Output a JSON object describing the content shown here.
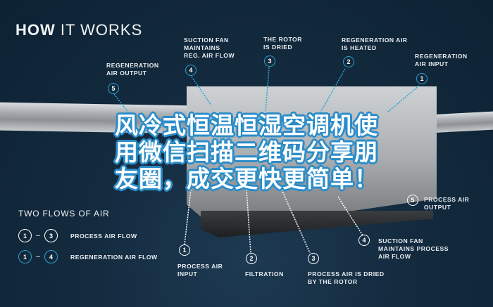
{
  "header": {
    "title_bold": "HOW",
    "title_rest": " IT WORKS"
  },
  "top_callouts": [
    {
      "num": "5",
      "color": "blue",
      "label_lines": [
        "REGENERATION",
        "AIR OUTPUT"
      ]
    },
    {
      "num": "4",
      "color": "blue",
      "label_lines": [
        "SUCTION FAN",
        "MAINTAINS",
        "REG. AIR FLOW"
      ]
    },
    {
      "num": "3",
      "color": "blue",
      "label_lines": [
        "THE ROTOR",
        "IS DRIED"
      ]
    },
    {
      "num": "2",
      "color": "blue",
      "label_lines": [
        "REGENERATION AIR",
        "IS HEATED"
      ]
    },
    {
      "num": "1",
      "color": "blue",
      "label_lines": [
        "REGENERATION",
        "AIR INPUT"
      ]
    }
  ],
  "bottom_callouts": [
    {
      "num": "1",
      "color": "white",
      "label_lines": [
        "PROCESS AIR",
        "INPUT"
      ]
    },
    {
      "num": "2",
      "color": "white",
      "label_lines": [
        "FILTRATION"
      ]
    },
    {
      "num": "3",
      "color": "white",
      "label_lines": [
        "PROCESS AIR IS DRIED",
        "BY THE ROTOR"
      ]
    },
    {
      "num": "4",
      "color": "white",
      "label_lines": [
        "SUCTION FAN",
        "MAINTAINS PROCESS",
        "AIR FLOW"
      ]
    },
    {
      "num": "5",
      "color": "white",
      "label_lines": [
        "PROCESS AIR",
        "OUTPUT"
      ]
    }
  ],
  "legend": {
    "title": "TWO FLOWS OF AIR",
    "rows": [
      {
        "from": "1",
        "to": "3",
        "color": "white",
        "label": "PROCESS AIR FLOW"
      },
      {
        "from": "1",
        "to": "4",
        "color": "blue",
        "label": "REGENERATION AIR FLOW"
      }
    ]
  },
  "overlay_text": {
    "line1": "风冷式恒温恒湿空调机使",
    "line2": "用微信扫描二维码分享朋",
    "line3": "友圈，成交更快更简单！"
  },
  "colors": {
    "background": "#0d2233",
    "accent_blue": "#2aa3d3",
    "overlay_stroke": "#2b8cc8",
    "text": "#e9edf1"
  }
}
